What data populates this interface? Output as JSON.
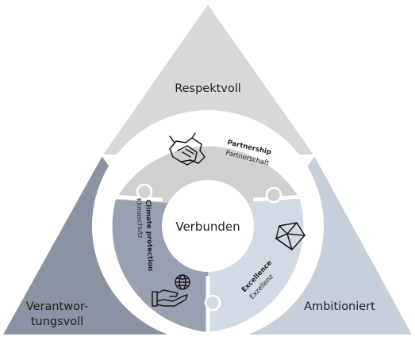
{
  "corners": {
    "top": "Respektvoll",
    "bottom_left_line1": "Verantwor-",
    "bottom_left_line2": "tungsvoll",
    "bottom_right": "Ambitioniert"
  },
  "center": "Verbunden",
  "segments": {
    "partnership": {
      "title": "Partnership",
      "subtitle": "Partnerschaft",
      "icon": "handshake-group-icon"
    },
    "climate": {
      "title": "Climate protection",
      "subtitle": "Klimaschutz",
      "icon": "hand-globe-icon"
    },
    "excellence": {
      "title": "Excellence",
      "subtitle": "Exzellenz",
      "icon": "diamond-icon"
    }
  },
  "colors": {
    "top_panel": "#d8d8d8",
    "left_panel": "#8a93a3",
    "right_panel": "#c6cfdc",
    "ring_top": "#d0d0d0",
    "ring_left": "#98a1b1",
    "ring_right": "#d2dae5",
    "separator": "#ffffff"
  }
}
